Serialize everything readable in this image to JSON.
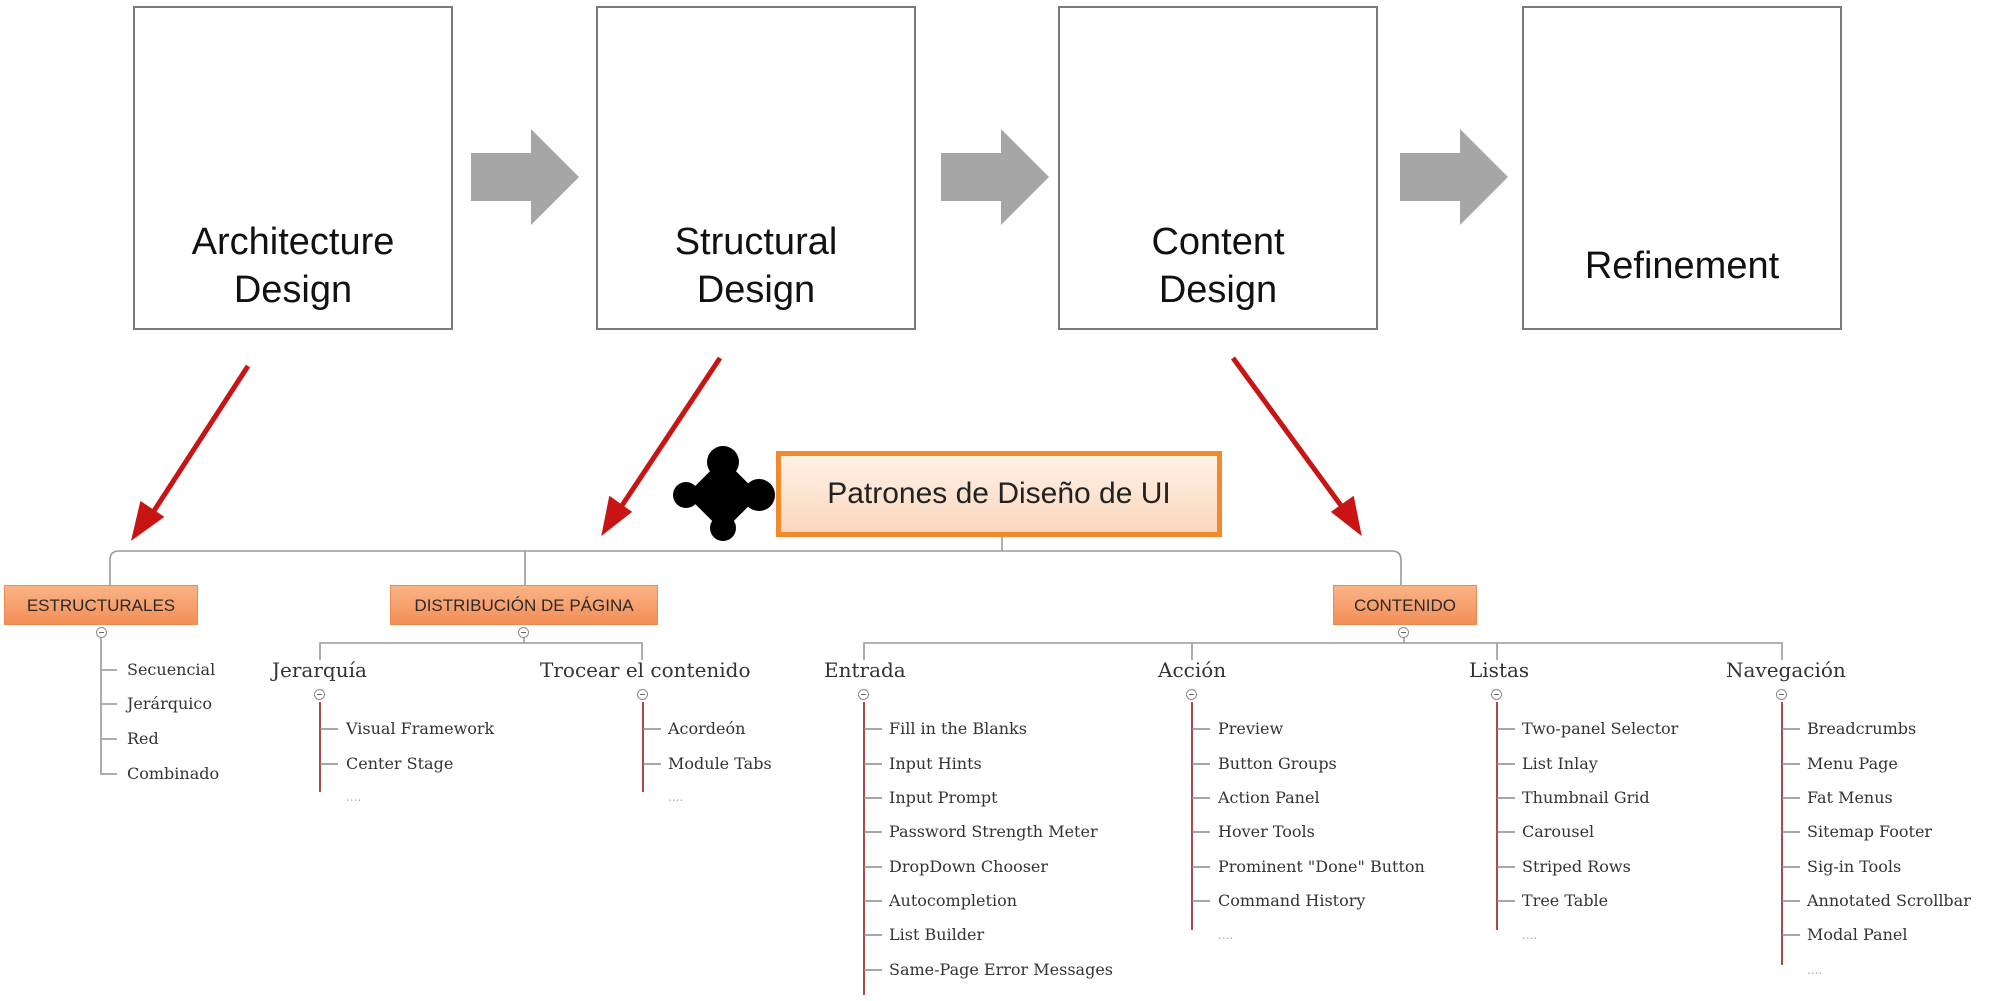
{
  "stages": [
    {
      "label": "Architecture\nDesign"
    },
    {
      "label": "Structural\nDesign"
    },
    {
      "label": "Content\nDesign"
    },
    {
      "label": "Refinement"
    }
  ],
  "mindmap": {
    "root": "Patrones de Diseño de UI",
    "categories": [
      {
        "label": "ESTRUCTURALES",
        "items": [
          "Secuencial",
          "Jerárquico",
          "Red",
          "Combinado"
        ]
      },
      {
        "label": "DISTRIBUCIÓN DE PÁGINA",
        "groups": [
          {
            "label": "Jerarquía",
            "items": [
              "Visual Framework",
              "Center Stage",
              "...."
            ]
          },
          {
            "label": "Trocear el contenido",
            "items": [
              "Acordeón",
              "Module Tabs",
              "...."
            ]
          }
        ]
      },
      {
        "label": "CONTENIDO",
        "groups": [
          {
            "label": "Entrada",
            "items": [
              "Fill in the Blanks",
              "Input Hints",
              "Input Prompt",
              "Password Strength Meter",
              "DropDown Chooser",
              "Autocompletion",
              "List Builder",
              "Same-Page Error Messages"
            ]
          },
          {
            "label": "Acción",
            "items": [
              "Preview",
              "Button Groups",
              "Action Panel",
              "Hover Tools",
              "Prominent \"Done\" Button",
              "Command History",
              "...."
            ]
          },
          {
            "label": "Listas",
            "items": [
              "Two-panel Selector",
              "List Inlay",
              "Thumbnail Grid",
              "Carousel",
              "Striped Rows",
              "Tree Table",
              "...."
            ]
          },
          {
            "label": "Navegación",
            "items": [
              "Breadcrumbs",
              "Menu Page",
              "Fat Menus",
              "Sitemap Footer",
              "Sig-in Tools",
              "Annotated Scrollbar",
              "Modal Panel",
              "...."
            ]
          }
        ]
      }
    ]
  },
  "colors": {
    "accent_blue": "#2b4c9e",
    "arrow_red": "#c91414",
    "arrow_gray": "#a6a6a6",
    "node_orange": "#f08a2c",
    "branch_red": "#9b1b1b"
  }
}
